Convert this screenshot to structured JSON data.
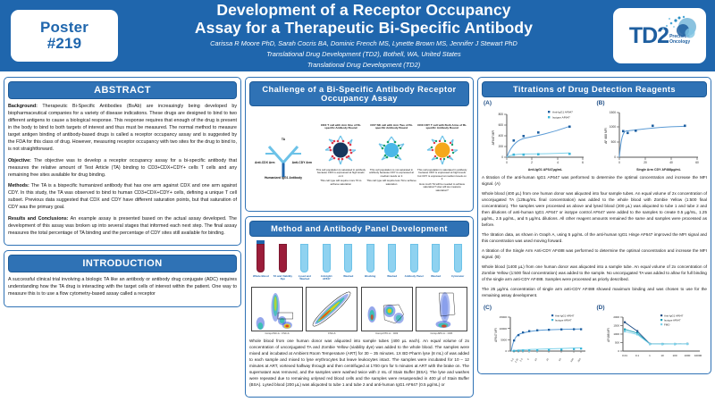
{
  "header": {
    "poster_label": "Poster",
    "poster_number": "#219",
    "title_line1": "Development of a Receptor Occupancy",
    "title_line2": "Assay for a Therapeutic Bi-Specific Antibody",
    "authors": "Carissa R Moore PhD, Sarah Cocris BA, Dominic French MS, Lynette Brown MS, Jennifer J Stewart PhD",
    "affiliation1": "Translational Drug Development (TD2), Bothell, WA, United States",
    "affiliation2": "Translational Drug Development (TD2)",
    "logo_name": "TD2",
    "logo_tagline_1": "Precision",
    "logo_tagline_2": "Oncology"
  },
  "abstract": {
    "heading": "ABSTRACT",
    "background_label": "Background:",
    "background_text": " Therapeutic Bi-Specific Antibodies (BsAb) are increasingly being developed by biopharmaceutical companies for a variety of disease indications.  These drugs are designed to bind to two different antigens to cause a biological response. This response requires that enough of the drug is present in the body to bind to both targets of interest and thus must be measured. The normal method to measure target antigen binding of antibody-based drugs is called a receptor occupancy assay and is suggested by the FDA for this class of drug.  However, measuring receptor occupancy with two sites for the drug to bind to, is not straightforward.",
    "objective_label": "Objective:",
    "objective_text": " The objective was to develop a receptor occupancy assay for a bi-specific antibody that measures the relative amount of Test Article (TA) binding to CD3+CDX+CDY+ cells T cells and any remaining free sites available for drug binding.",
    "methods_label": "Methods:",
    "methods_text": " The TA is a bispecific humanized antibody that has one arm against CDX and one arm against CDY. In this study, the TA was observed to bind to human CD3+CDX+CDY+ cells, defining a unique T cell subset. Previous data suggested that CDX and CDY have different saturation points, but that saturation of CDY was the primary goal.",
    "results_label": "Results and Conclusions:",
    "results_text": " An example assay is presented based on the actual assay developed. The development of this assay was broken up into several stages that informed each next step. The final assay measures the total percentage of TA binding and the percentage of CDY sites still available for binding."
  },
  "introduction": {
    "heading": "INTRODUCTION",
    "text": "A successful clinical trial involving a biologic TA like an antibody or antibody drug conjugate (ADC) requires understanding how the TA drug is interacting with the target cells of interest within the patient.  One way to measure this is to use a flow cytometry-based assay called a receptor"
  },
  "challenge": {
    "heading": "Challenge of a Bi-Specific Antibody Receptor Occupancy Assay",
    "molecule_top_label": "TA",
    "molecule_left_label": "Anti-CDX Arm",
    "molecule_right_label": "Anti-CDY Arm",
    "molecule_caption": "Humanized IgG1 Antibody",
    "cells": [
      {
        "caption": "CDX T cell with Arm One of Bi-specific Antibody Bound",
        "sub": "This cell population is saturated in antibody because CDX is expressed at high levels on it",
        "note": "This cell type will require more TA to achieve saturation",
        "color": "#17365d"
      },
      {
        "caption": "CDY NK cell with Arm Two of Bi-specific Antibody Bound",
        "sub": "This cell population is not saturated in antibody because CDY is expressed at medium levels on it",
        "note": "This cell type will require less TA to achieve saturation",
        "color": "#4bb8e8"
      },
      {
        "caption": "CDX CDY T cell with Both Arms of Bi-specific Antibody Bound",
        "sub": "This cell population is saturated in antibody because CDX is expressed at high levels but CDY is expressed at medium levels on it",
        "note": "How much TA will be needed to achieve saturation? How will we measure saturation?",
        "color": "#f5a81c"
      }
    ]
  },
  "method_panel": {
    "heading": "Method and Antibody Panel Development",
    "steps": [
      "Whole Blood",
      "TA and Viability Dye",
      "Lysed and Washed",
      "Anti-IgG1 AF647",
      "Washed",
      "Blocking",
      "Washed",
      "Antibody Panel",
      "Washed",
      "Cytometer"
    ],
    "plots": [
      {
        "x": "Comp-FSC-A :: FSC-A",
        "y": "SSC-A"
      },
      {
        "x": "FSC-A",
        "y": "FSC-H",
        "gate": "Single Cells"
      },
      {
        "x": "Comp-FITC-A :: CD3",
        "y": "Comp-PE-A :: CD45"
      },
      {
        "x": "Comp-APC-A :: CDX",
        "y": "Comp-BV421-A :: CDY",
        "gate": "CDX CDY Cells"
      }
    ],
    "text": "Whole blood from one human donor was aliquoted into sample tubes (400 µL each).  An equal volume of 2x concentration of unconjugated TA and Zombie Yellow (viability dye) was added to the whole blood. The samples were mixed and incubated at Ambient Room Temperature (ART) for 30 – 35 minutes. 1X BD Pharm lyse (8 mL) of was added to each sample and mixed to lyse erythrocytes but leave leukocytes intact. The samples were incubated for 10 – 12 minutes at ART, vortexed halfway through and then centrifuged at 1700 rpm for 5 minutes at ART with the brake on. The supernatant was removed, and the samples were washed twice with 2 mL of Stain Buffer (BSA).  The lyse and washes were repeated due to remaining unlysed red blood cells and the samples were resuspended in 400 µl of Stain Buffer (BSA). Lysed blood (200 µL) was aliquoted to tube 1 and tube 2 and anti-human IgG1 AF647 (0.5 µg/mL) or"
  },
  "titrations": {
    "heading": "Titrations of Drug Detection Reagents",
    "paragraphs": [
      "A titration of the anti-human IgG1 AF647 was performed to determine the optimal concentration and increase the MFI signal.  (A)",
      "Whole blood (400 µL) from one human donor was aliquoted into four sample tubes. An equal volume of 2x concentration of unconjugated TA (125ug/mL final concentration) was added to the whole blood with Zombie Yellow (1:500 final concentration). The samples were processed as above and lysed blood (200 µL) was aliquoted to tube 1 and tube 2 and then dilutions of anti-human IgG1 AF647 or isotype control AF647 were added to the samples to create 0.5 µg/mL, 1.25 µg/mL, 2.5 µg/mL, and 5 µg/mL dilutions. All other reagent amounts remained the same and samples were processed as before.",
      "The titration data, as shown in Graph A, using 5 µg/mL of the anti-human IgG1 Hinge AF647 improved the MFI  signal and this concentration was used moving forward.",
      "A titration of the Single Arm Anti-CDY AF488 was performed to determine the optimal concentration and increase the MFI signal.  (B)",
      "Whole blood (1400 µL) from one human donor was aliquoted into a sample tube. An equal volume of 2x concentration of Zombie Yellow (1:500 final concentration) was added to the sample. No unconjugated TA was added to allow for full binding of the single arm anti-CDY AF488.  Samples were processed as priorly described.",
      "The 25 µg/mL concentration of single arm anti-CDY AF488 showed maximum binding and was chosen to use for the remaining assay development."
    ]
  },
  "chart_data": [
    {
      "type": "scatter",
      "panel": "(A)",
      "xlabel": "Anti-IgG1  AF647µg/mL",
      "ylabel": "AF647 MFI",
      "xlim": [
        0,
        6
      ],
      "ylim": [
        0,
        800
      ],
      "xticks": [
        0,
        2,
        4,
        6
      ],
      "yticks": [
        0,
        200,
        400,
        600,
        800
      ],
      "legend": [
        "Anti-IgG1 AF647",
        "Isotype AF647"
      ],
      "series": [
        {
          "name": "Anti-IgG1 AF647",
          "color": "#1f5fa0",
          "x": [
            0.5,
            1.25,
            2.5,
            5
          ],
          "y": [
            330,
            415,
            480,
            580
          ]
        },
        {
          "name": "Isotype AF647",
          "color": "#3bb6d9",
          "x": [
            0.5,
            1.25,
            2.5,
            5
          ],
          "y": [
            75,
            75,
            80,
            88
          ]
        }
      ]
    },
    {
      "type": "scatter",
      "panel": "(B)",
      "xlabel": "Single Arm CDY AF488µg/mL",
      "ylabel": "AF 488 MFI",
      "xlim": [
        0,
        60
      ],
      "ylim": [
        0,
        1500
      ],
      "xticks": [
        0,
        20,
        40,
        60
      ],
      "yticks": [
        0,
        500,
        1000,
        1500
      ],
      "legend": [],
      "series": [
        {
          "name": "Single Arm CDY AF488",
          "color": "#1f5fa0",
          "x": [
            3,
            6,
            12,
            25,
            50
          ],
          "y": [
            880,
            830,
            900,
            1060,
            1060
          ]
        }
      ]
    },
    {
      "type": "scatter",
      "panel": "(C)",
      "xlabel": "",
      "ylabel": "AF647 MFI",
      "ylim": [
        0,
        15000
      ],
      "yticks": [
        0,
        5000,
        10000,
        15000
      ],
      "legend": [
        "Anti-IgG1 AF647",
        "Isotype AF647"
      ],
      "series": [
        {
          "name": "Anti-IgG1 AF647",
          "color": "#1f5fa0",
          "x": [
            0.3,
            0.8,
            1.4,
            2.2,
            3.2,
            5,
            7,
            9,
            11
          ],
          "y": [
            4600,
            7200,
            8700,
            9800,
            10400,
            10900,
            11200,
            11300,
            11400
          ]
        },
        {
          "name": "Isotype AF647",
          "color": "#3bb6d9",
          "x": [
            0.3,
            0.8,
            1.4,
            2.2,
            3.2,
            5,
            7,
            9,
            11
          ],
          "y": [
            500,
            550,
            600,
            650,
            700,
            800,
            900,
            1000,
            1200
          ]
        }
      ]
    },
    {
      "type": "line",
      "panel": "(D)",
      "xlabel": "",
      "ylabel": "AF488 MFI",
      "xlim": [
        0.01,
        10000
      ],
      "ylim": [
        0,
        2000
      ],
      "xticks": [
        "0.01",
        "0.1",
        "1",
        "10",
        "100",
        "1000",
        "10000"
      ],
      "yticks": [
        0,
        500,
        1000,
        1500,
        2000
      ],
      "legend": [
        "Anti-IgG1 AF647",
        "Isotype AF647",
        "FMO"
      ],
      "series": [
        {
          "name": "Anti-IgG1 AF647",
          "color": "#1f4e86",
          "x": [
            0.01,
            0.1,
            1,
            10,
            100,
            1000
          ],
          "y": [
            1700,
            1180,
            430,
            420,
            420,
            430
          ]
        },
        {
          "name": "Isotype AF647",
          "color": "#19a0b8",
          "x": [
            0.01,
            0.1,
            1,
            10,
            100,
            1000
          ],
          "y": [
            1280,
            1060,
            420,
            415,
            420,
            425
          ]
        },
        {
          "name": "FMO",
          "color": "#7fd2ea",
          "x": [
            0.01,
            0.1,
            1,
            10,
            100,
            1000
          ],
          "y": [
            1150,
            980,
            415,
            410,
            415,
            420
          ]
        }
      ]
    }
  ]
}
